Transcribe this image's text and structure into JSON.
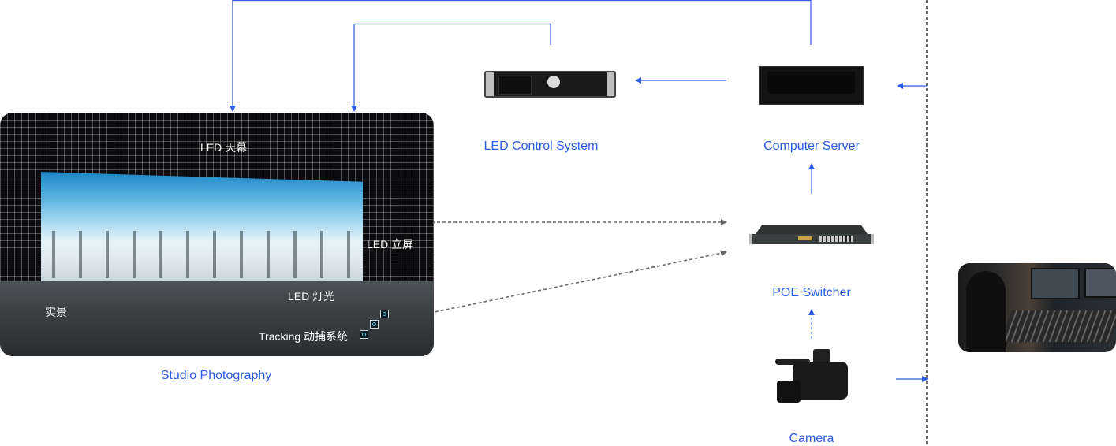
{
  "diagram": {
    "nodes": {
      "studio": {
        "label": "Studio Photography",
        "annotations": {
          "led_ceiling": "LED 天幕",
          "led_wall": "LED 立屏",
          "led_lighting": "LED 灯光",
          "real_set": "实景",
          "tracking": "Tracking 动捕系统"
        }
      },
      "led_control": {
        "label": "LED Control System"
      },
      "server": {
        "label": "Computer Server"
      },
      "switcher": {
        "label": "POE Switcher"
      },
      "camera": {
        "label": "Camera"
      },
      "editor": {
        "label": ""
      }
    },
    "edges": [
      {
        "from": "server",
        "to": "studio",
        "style": "solid"
      },
      {
        "from": "led_control",
        "to": "studio",
        "style": "solid"
      },
      {
        "from": "server",
        "to": "led_control",
        "style": "solid"
      },
      {
        "from": "switcher",
        "to": "server",
        "style": "solid"
      },
      {
        "from": "studio",
        "to": "switcher",
        "style": "dashed"
      },
      {
        "from": "tracking",
        "to": "switcher",
        "style": "dashed"
      },
      {
        "from": "camera",
        "to": "switcher",
        "style": "dashed"
      },
      {
        "from": "camera",
        "to": "editor",
        "style": "solid"
      },
      {
        "from": "editor",
        "to": "server",
        "style": "solid"
      }
    ],
    "colors": {
      "accent": "#2d5be3",
      "dashed": "#666666",
      "divider": "#6b6b6b"
    }
  }
}
